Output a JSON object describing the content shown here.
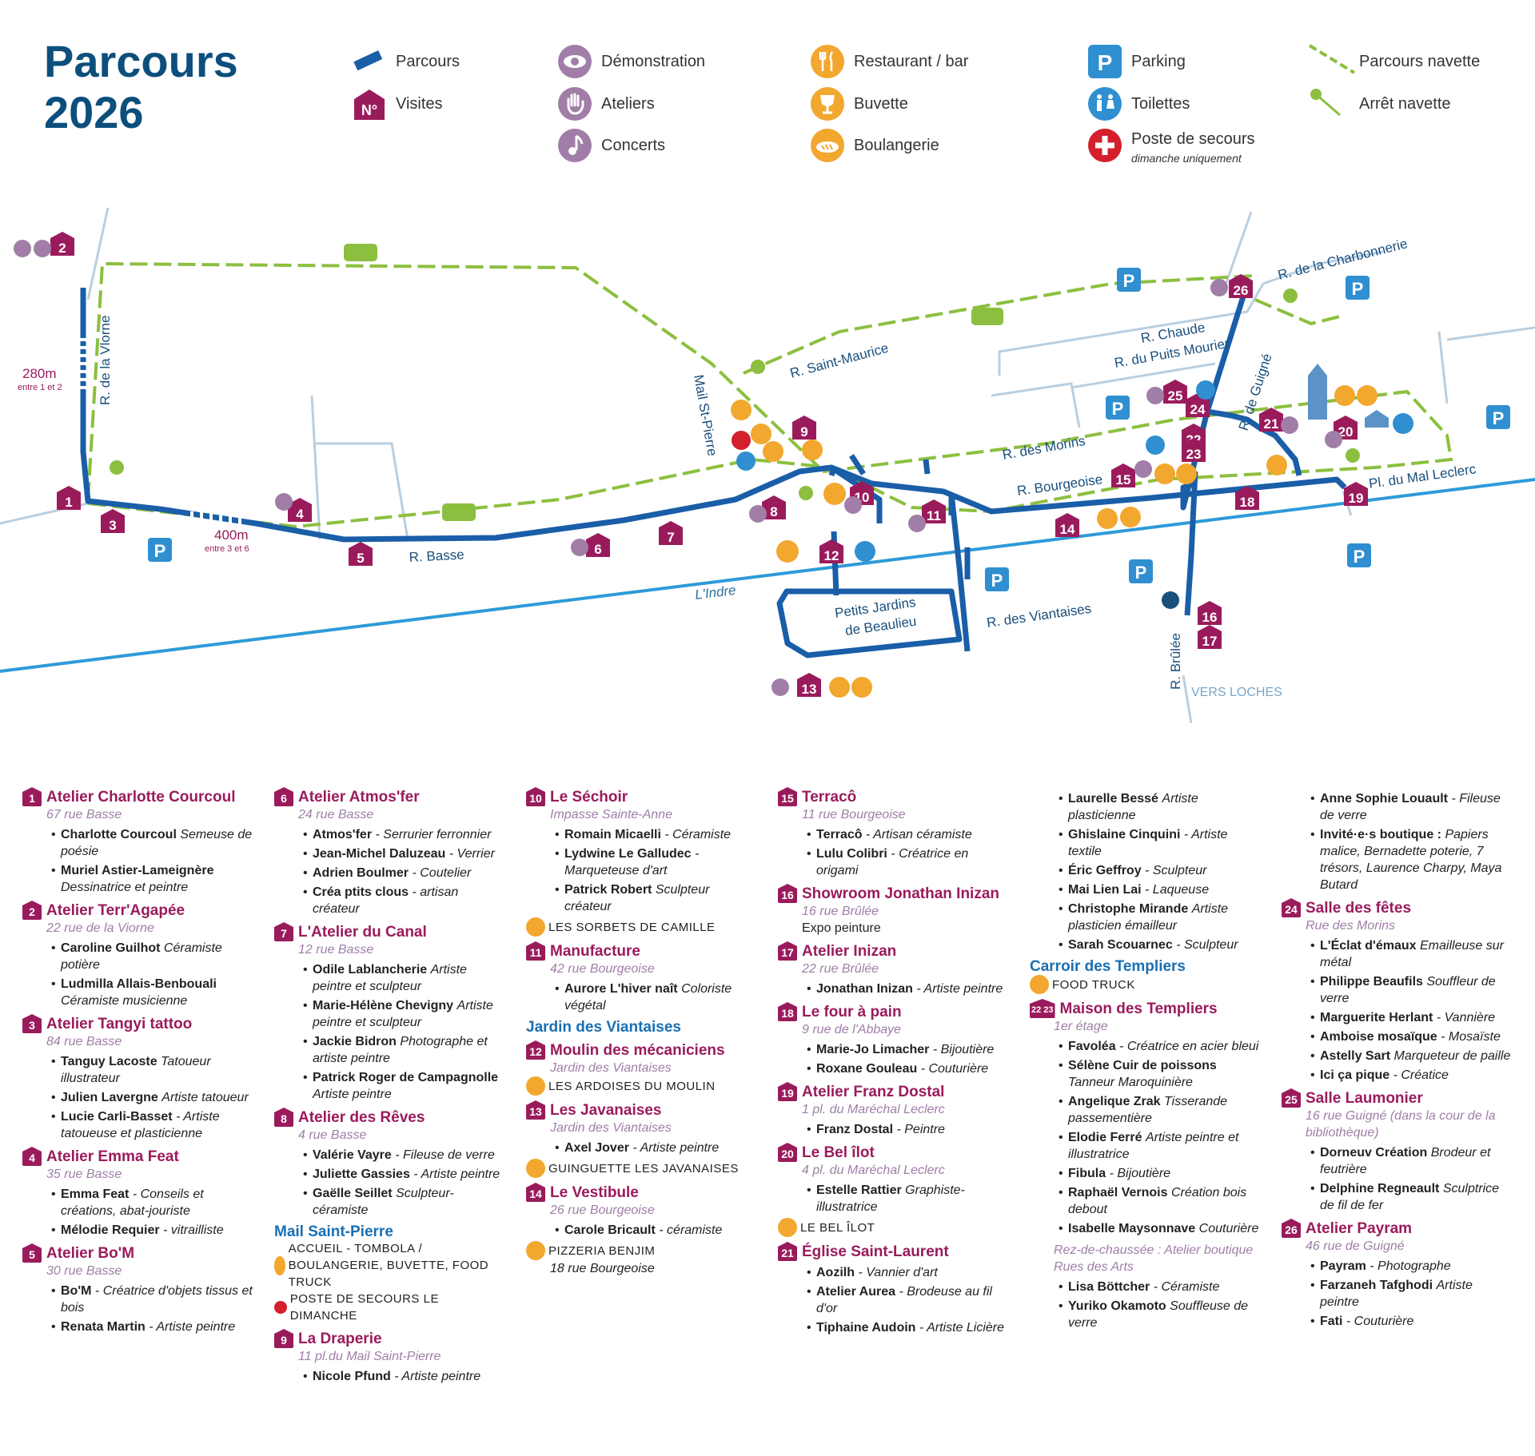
{
  "title_line1": "Parcours",
  "title_line2": "2026",
  "legend": {
    "parcours": "Parcours",
    "visites": "Visites",
    "visites_icon": "N°",
    "demonstration": "Démonstration",
    "ateliers": "Ateliers",
    "concerts": "Concerts",
    "restaurant": "Restaurant / bar",
    "buvette": "Buvette",
    "boulangerie": "Boulangerie",
    "parking": "Parking",
    "toilettes": "Toilettes",
    "secours": "Poste de secours",
    "secours_sub": "dimanche uniquement",
    "navette": "Parcours navette",
    "arret": "Arrêt navette"
  },
  "colors": {
    "route": "#1a5ea8",
    "shuttle": "#8cbf3f",
    "river": "#2f9ad8",
    "plum": "#9a1b5c",
    "orange": "#f2a72e",
    "parking": "#2f8fd0",
    "mauve": "#a07ea7",
    "street": "#b9cfe0"
  },
  "map": {
    "streets": {
      "vlorne": "R. de la Vlorne",
      "basse": "R. Basse",
      "mail": "Mail St-Pierre",
      "saint_maurice": "R. Saint-Maurice",
      "chaude": "R. Chaude",
      "puits": "R. du Puits Mourier",
      "charbonnerie": "R. de la Charbonnerie",
      "morins": "R. des Morins",
      "bourgeoise": "R. Bourgeoise",
      "guigne": "R. de Guigné",
      "leclerc": "Pl. du Mal Leclerc",
      "viantaises": "R. des Viantaises",
      "brulee": "R. Brûlée",
      "vers_loches": "VERS LOCHES",
      "indre": "L'Indre",
      "jardins": "Petits Jardins",
      "jardins2": "de Beaulieu"
    },
    "dist1": "280m",
    "dist1_sub": "entre 1 et 2",
    "dist2": "400m",
    "dist2_sub": "entre 3 et 6",
    "markers": [
      "1",
      "2",
      "3",
      "4",
      "5",
      "6",
      "7",
      "8",
      "9",
      "10",
      "11",
      "12",
      "13",
      "14",
      "15",
      "16",
      "17",
      "18",
      "19",
      "20",
      "21",
      "22",
      "23",
      "24",
      "25",
      "26"
    ]
  },
  "columns": [
    [
      {
        "n": "1",
        "name": "Atelier Charlotte Courcoul",
        "addr": "67 rue Basse",
        "items": [
          {
            "b": "Charlotte Courcoul",
            "r": "Semeuse de poésie"
          },
          {
            "b": "Muriel Astier-Lameignère",
            "r": "Dessinatrice et peintre"
          }
        ]
      },
      {
        "n": "2",
        "name": "Atelier Terr'Agapée",
        "addr": "22 rue de la Viorne",
        "items": [
          {
            "b": "Caroline Guilhot",
            "r": "Céramiste potière"
          },
          {
            "b": "Ludmilla Allais-Benbouali",
            "r": "Céramiste musicienne"
          }
        ]
      },
      {
        "n": "3",
        "name": "Atelier Tangyi tattoo",
        "addr": "84 rue Basse",
        "items": [
          {
            "b": "Tanguy Lacoste",
            "r": "Tatoueur illustrateur"
          },
          {
            "b": "Julien Lavergne",
            "r": "Artiste tatoueur"
          },
          {
            "b": "Lucie Carli-Basset",
            "r": "- Artiste tatoueuse et plasticienne"
          }
        ]
      },
      {
        "n": "4",
        "name": "Atelier Emma Feat",
        "addr": "35 rue Basse",
        "items": [
          {
            "b": "Emma Feat",
            "r": "- Conseils et créations, abat-jouriste"
          },
          {
            "b": "Mélodie Requier",
            "r": "- vitrailliste"
          }
        ]
      },
      {
        "n": "5",
        "name": "Atelier Bo'M",
        "addr": "30 rue Basse",
        "items": [
          {
            "b": "Bo'M",
            "r": "- Créatrice d'objets tissus et bois"
          },
          {
            "b": "Renata Martin",
            "r": "- Artiste peintre"
          }
        ]
      }
    ],
    [
      {
        "n": "6",
        "name": "Atelier Atmos'fer",
        "addr": "24 rue Basse",
        "items": [
          {
            "b": "Atmos'fer",
            "r": "- Serrurier ferronnier"
          },
          {
            "b": "Jean-Michel Daluzeau",
            "r": "- Verrier"
          },
          {
            "b": "Adrien Boulmer",
            "r": "- Coutelier"
          },
          {
            "b": "Créa ptits clous",
            "r": "- artisan créateur"
          }
        ]
      },
      {
        "n": "7",
        "name": "L'Atelier du Canal",
        "addr": "12 rue Basse",
        "items": [
          {
            "b": "Odile Lablancherie",
            "r": "Artiste peintre et sculpteur"
          },
          {
            "b": "Marie-Hélène Chevigny",
            "r": "Artiste peintre et sculpteur"
          },
          {
            "b": "Jackie Bidron",
            "r": "Photographe et artiste peintre"
          },
          {
            "b": "Patrick Roger de Campagnolle",
            "r": "Artiste peintre"
          }
        ]
      },
      {
        "n": "8",
        "name": "Atelier des Rêves",
        "addr": "4 rue Basse",
        "items": [
          {
            "b": "Valérie Vayre",
            "r": "- Fileuse de verre"
          },
          {
            "b": "Juliette Gassies",
            "r": "- Artiste peintre"
          },
          {
            "b": "Gaëlle Seillet",
            "r": "Sculpteur-céramiste"
          }
        ]
      },
      {
        "blue": "Mail Saint-Pierre",
        "note": "ACCUEIL - TOMBOLA / BOULANGERIE, BUVETTE, FOOD TRUCK",
        "note2": "POSTE DE SECOURS LE DIMANCHE"
      },
      {
        "n": "9",
        "name": "La Draperie",
        "addr": "11 pl.du Mail Saint-Pierre",
        "items": [
          {
            "b": "Nicole Pfund",
            "r": "- Artiste peintre"
          }
        ]
      }
    ],
    [
      {
        "n": "10",
        "name": "Le Séchoir",
        "addr": "Impasse Sainte-Anne",
        "items": [
          {
            "b": "Romain Micaelli",
            "r": "- Céramiste"
          },
          {
            "b": "Lydwine Le Galludec",
            "r": "- Marqueteuse d'art"
          },
          {
            "b": "Patrick Robert",
            "r": "Sculpteur créateur"
          }
        ],
        "note": "LES SORBETS DE CAMILLE"
      },
      {
        "n": "11",
        "name": "Manufacture",
        "addr": "42 rue Bourgeoise",
        "items": [
          {
            "b": "Aurore L'hiver naît",
            "r": "Coloriste végétal"
          }
        ]
      },
      {
        "blue": "Jardin des Viantaises"
      },
      {
        "n": "12",
        "name": "Moulin des mécaniciens",
        "addr": "Jardin des Viantaises",
        "note": "LES ARDOISES DU MOULIN"
      },
      {
        "n": "13",
        "name": "Les Javanaises",
        "addr": "Jardin des Viantaises",
        "items": [
          {
            "b": "Axel Jover",
            "r": "- Artiste peintre"
          }
        ],
        "note": "GUINGUETTE LES JAVANAISES"
      },
      {
        "n": "14",
        "name": "Le Vestibule",
        "addr": "26 rue Bourgeoise",
        "items": [
          {
            "b": "Carole Bricault",
            "r": "- céramiste"
          }
        ],
        "note": "PIZZERIA BENJIM",
        "note_sub": "18 rue Bourgeoise"
      }
    ],
    [
      {
        "n": "15",
        "name": "Terracô",
        "addr": "11 rue Bourgeoise",
        "items": [
          {
            "b": "Terracô",
            "r": "- Artisan céramiste"
          },
          {
            "b": "Lulu Colibri",
            "r": "- Créatrice en origami"
          }
        ]
      },
      {
        "n": "16",
        "name": "Showroom Jonathan Inizan",
        "addr": "16 rue Brûlée",
        "plain": "Expo peinture"
      },
      {
        "n": "17",
        "name": "Atelier Inizan",
        "addr": "22 rue Brûlée",
        "items": [
          {
            "b": "Jonathan Inizan",
            "r": "- Artiste peintre"
          }
        ]
      },
      {
        "n": "18",
        "name": "Le four à pain",
        "addr": "9 rue de l'Abbaye",
        "items": [
          {
            "b": "Marie-Jo Limacher",
            "r": "- Bijoutière"
          },
          {
            "b": "Roxane Gouleau",
            "r": "- Couturière"
          }
        ]
      },
      {
        "n": "19",
        "name": "Atelier Franz Dostal",
        "addr": "1 pl. du Maréchal Leclerc",
        "items": [
          {
            "b": "Franz Dostal",
            "r": "- Peintre"
          }
        ]
      },
      {
        "n": "20",
        "name": "Le Bel îlot",
        "addr": "4 pl. du Maréchal Leclerc",
        "items": [
          {
            "b": "Estelle Rattier",
            "r": "Graphiste-illustratrice"
          }
        ],
        "note": "LE BEL ÎLOT"
      },
      {
        "n": "21",
        "name": "Église Saint-Laurent",
        "items": [
          {
            "b": "Aozilh",
            "r": "- Vannier d'art"
          },
          {
            "b": "Atelier Aurea",
            "r": "- Brodeuse au fil d'or"
          },
          {
            "b": "Tiphaine Audoin",
            "r": "- Artiste Licière"
          }
        ]
      }
    ],
    [
      {
        "items": [
          {
            "b": "Laurelle Bessé",
            "r": "Artiste plasticienne"
          },
          {
            "b": "Ghislaine Cinquini",
            "r": "- Artiste textile"
          },
          {
            "b": "Éric Geffroy",
            "r": "- Sculpteur"
          },
          {
            "b": "Mai Lien Lai",
            "r": "- Laqueuse"
          },
          {
            "b": "Christophe Mirande",
            "r": "Artiste plasticien émailleur"
          },
          {
            "b": "Sarah Scouarnec",
            "r": "- Sculpteur"
          }
        ]
      },
      {
        "blue": "Carroir des Templiers",
        "note": "FOOD TRUCK"
      },
      {
        "n": "22 23",
        "name": "Maison des Templiers",
        "addr": "1er étage",
        "items": [
          {
            "b": "Favoléa",
            "r": "- Créatrice en acier bleui"
          },
          {
            "b": "Sélène Cuir de poissons",
            "r": "Tanneur Maroquinière"
          },
          {
            "b": "Angelique Zrak",
            "r": "Tisserande passementière"
          },
          {
            "b": "Elodie Ferré",
            "r": "Artiste peintre et illustratrice"
          },
          {
            "b": "Fibula",
            "r": "- Bijoutière"
          },
          {
            "b": "Raphaël Vernois",
            "r": "Création bois debout"
          },
          {
            "b": "Isabelle Maysonnave",
            "r": "Couturière"
          }
        ]
      },
      {
        "sub2": "Rez-de-chaussée : Atelier boutique Rues des Arts",
        "items": [
          {
            "b": "Lisa Böttcher",
            "r": "- Céramiste"
          },
          {
            "b": "Yuriko Okamoto",
            "r": "Souffleuse de verre"
          }
        ]
      }
    ],
    [
      {
        "items": [
          {
            "b": "Anne Sophie Louault",
            "r": "- Fileuse de verre"
          },
          {
            "b": "Invité·e·s boutique :",
            "r": "Papiers malice, Bernadette poterie, 7 trésors, Laurence Charpy, Maya Butard"
          }
        ]
      },
      {
        "n": "24",
        "name": "Salle des fêtes",
        "addr": "Rue des Morins",
        "items": [
          {
            "b": "L'Éclat d'émaux",
            "r": "Emailleuse sur métal"
          },
          {
            "b": "Philippe Beaufils",
            "r": "Souffleur de verre"
          },
          {
            "b": "Marguerite Herlant",
            "r": "- Vannière"
          },
          {
            "b": "Amboise mosaïque",
            "r": "- Mosaïste"
          },
          {
            "b": "Astelly Sart",
            "r": "Marqueteur de paille"
          },
          {
            "b": "Ici ça pique",
            "r": "- Créatice"
          }
        ]
      },
      {
        "n": "25",
        "name": "Salle Laumonier",
        "addr": "16 rue Guigné (dans la cour de la bibliothèque)",
        "items": [
          {
            "b": "Dorneuv Création",
            "r": "Brodeur et feutrière"
          },
          {
            "b": "Delphine Regneault",
            "r": "Sculptrice de fil de fer"
          }
        ]
      },
      {
        "n": "26",
        "name": "Atelier Payram",
        "addr": "46 rue de Guigné",
        "items": [
          {
            "b": "Payram",
            "r": "- Photographe"
          },
          {
            "b": "Farzaneh Tafghodi",
            "r": "Artiste peintre"
          },
          {
            "b": "Fati",
            "r": "- Couturière"
          }
        ]
      }
    ]
  ]
}
